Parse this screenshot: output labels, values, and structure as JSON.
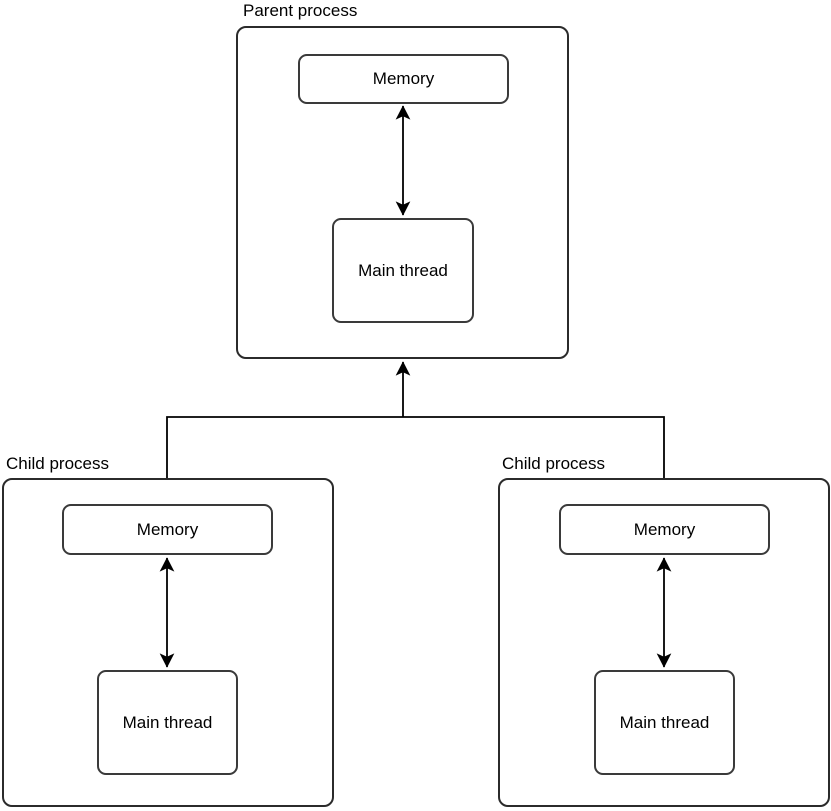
{
  "diagram": {
    "title_parent": "Parent process",
    "colors": {
      "background": "#ffffff",
      "box_stroke": "#2b2b2b",
      "inner_stroke": "#3a3a3a",
      "arrow": "#000000",
      "text": "#000000"
    },
    "parent": {
      "label": "Parent process",
      "memory_label": "Memory",
      "thread_label": "Main thread"
    },
    "children": [
      {
        "label": "Child process",
        "memory_label": "Memory",
        "thread_label": "Main thread"
      },
      {
        "label": "Child process",
        "memory_label": "Memory",
        "thread_label": "Main thread"
      }
    ]
  }
}
